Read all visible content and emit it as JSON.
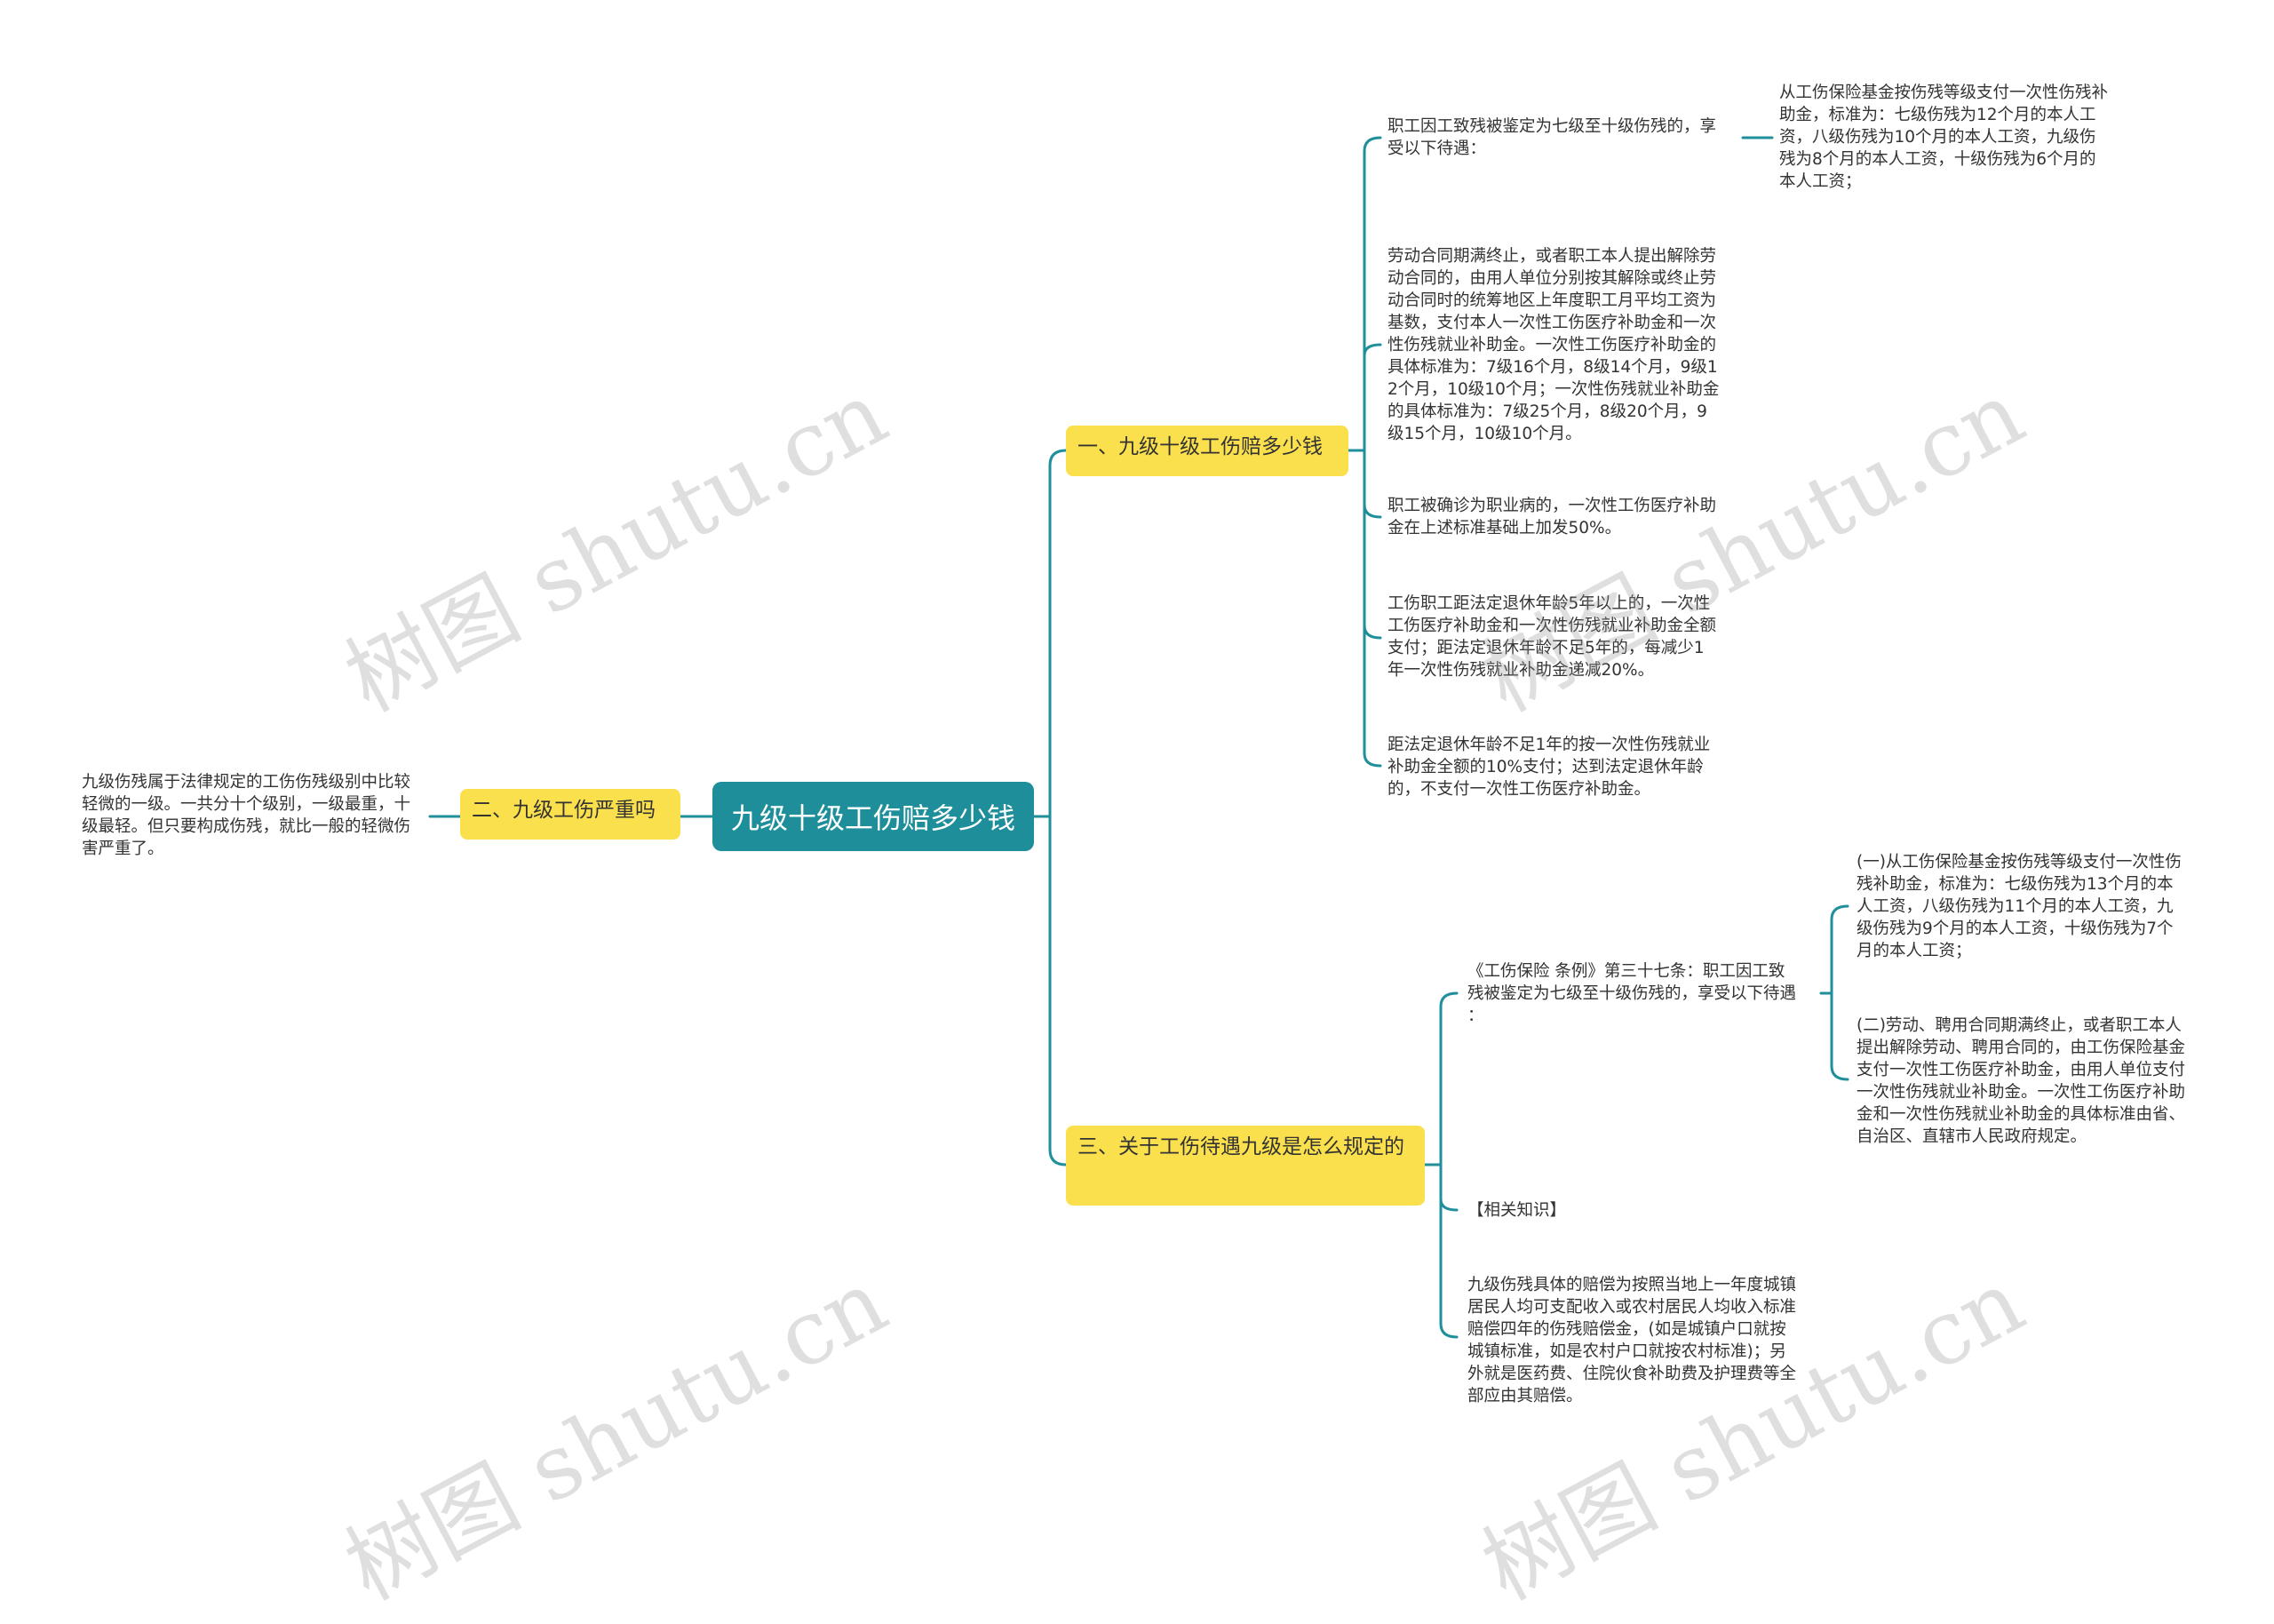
{
  "root": {
    "title": "九级十级工伤赔多少钱"
  },
  "branches": [
    {
      "id": "b1",
      "label": "一、九级十级工伤赔多少钱"
    },
    {
      "id": "b2",
      "label": "二、九级工伤严重吗"
    },
    {
      "id": "b3",
      "label": "三、关于工伤待遇九级是怎么规定的"
    }
  ],
  "leaves": {
    "b1_a": "职工因工致残被鉴定为七级至十级伤残的，享\n受以下待遇：",
    "b1_a_1": "从工伤保险基金按伤残等级支付一次性伤残补\n助金，标准为：七级伤残为12个月的本人工\n资，八级伤残为10个月的本人工资，九级伤\n残为8个月的本人工资，十级伤残为6个月的\n本人工资；",
    "b1_b": "劳动合同期满终止，或者职工本人提出解除劳\n动合同的，由用人单位分别按其解除或终止劳\n动合同时的统筹地区上年度职工月平均工资为\n基数，支付本人一次性工伤医疗补助金和一次\n性伤残就业补助金。一次性工伤医疗补助金的\n具体标准为：7级16个月，8级14个月，9级1\n2个月，10级10个月；一次性伤残就业补助金\n的具体标准为：7级25个月，8级20个月，9\n级15个月，10级10个月。",
    "b1_c": "职工被确诊为职业病的，一次性工伤医疗补助\n金在上述标准基础上加发50%。",
    "b1_d": "工伤职工距法定退休年龄5年以上的，一次性\n工伤医疗补助金和一次性伤残就业补助金全额\n支付；距法定退休年龄不足5年的，每减少1\n年一次性伤残就业补助金递减20%。",
    "b1_e": "距法定退休年龄不足1年的按一次性伤残就业\n补助金全额的10%支付；达到法定退休年龄\n的，不支付一次性工伤医疗补助金。",
    "b2_a": "九级伤残属于法律规定的工伤伤残级别中比较\n轻微的一级。一共分十个级别，一级最重，十\n级最轻。但只要构成伤残，就比一般的轻微伤\n害严重了。",
    "b3_a": "《工伤保险 条例》第三十七条：职工因工致\n残被鉴定为七级至十级伤残的，享受以下待遇\n：",
    "b3_a_1": "(一)从工伤保险基金按伤残等级支付一次性伤\n残补助金，标准为：七级伤残为13个月的本\n人工资，八级伤残为11个月的本人工资，九\n级伤残为9个月的本人工资，十级伤残为7个\n月的本人工资；",
    "b3_a_2": "(二)劳动、聘用合同期满终止，或者职工本人\n提出解除劳动、聘用合同的，由工伤保险基金\n支付一次性工伤医疗补助金，由用人单位支付\n一次性伤残就业补助金。一次性工伤医疗补助\n金和一次性伤残就业补助金的具体标准由省、\n自治区、直辖市人民政府规定。",
    "b3_b": "【相关知识】",
    "b3_c": "九级伤残具体的赔偿为按照当地上一年度城镇\n居民人均可支配收入或农村居民人均收入标准\n赔偿四年的伤残赔偿金，(如是城镇户口就按\n城镇标准，如是农村户口就按农村标准)；另\n外就是医药费、住院伙食补助费及护理费等全\n部应由其赔偿。"
  },
  "watermark": "树图 shutu.cn",
  "colors": {
    "root": "#1e8f9a",
    "branch": "#fbe04e",
    "link": "#1f8f9b",
    "text": "#333333"
  }
}
